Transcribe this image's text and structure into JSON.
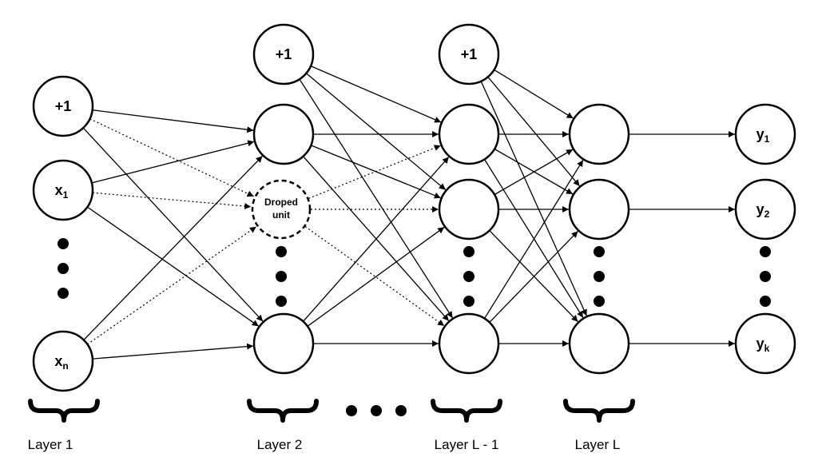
{
  "layers": {
    "input": {
      "bias": "+1",
      "x1": {
        "base": "x",
        "sub": "1"
      },
      "xn": {
        "base": "x",
        "sub": "n"
      }
    },
    "hidden1": {
      "bias": "+1",
      "dropped": [
        "Droped",
        "unit"
      ]
    },
    "hidden_last": {
      "bias": "+1"
    },
    "output": {
      "y1": {
        "base": "y",
        "sub": "1"
      },
      "y2": {
        "base": "y",
        "sub": "2"
      },
      "yk": {
        "base": "y",
        "sub": "k"
      }
    }
  },
  "layer_labels": {
    "l1": "Layer 1",
    "l2": "Layer 2",
    "lm1": "Layer L - 1",
    "l": "Layer L"
  },
  "colors": {
    "stroke": "#000000",
    "fill": "#ffffff"
  }
}
